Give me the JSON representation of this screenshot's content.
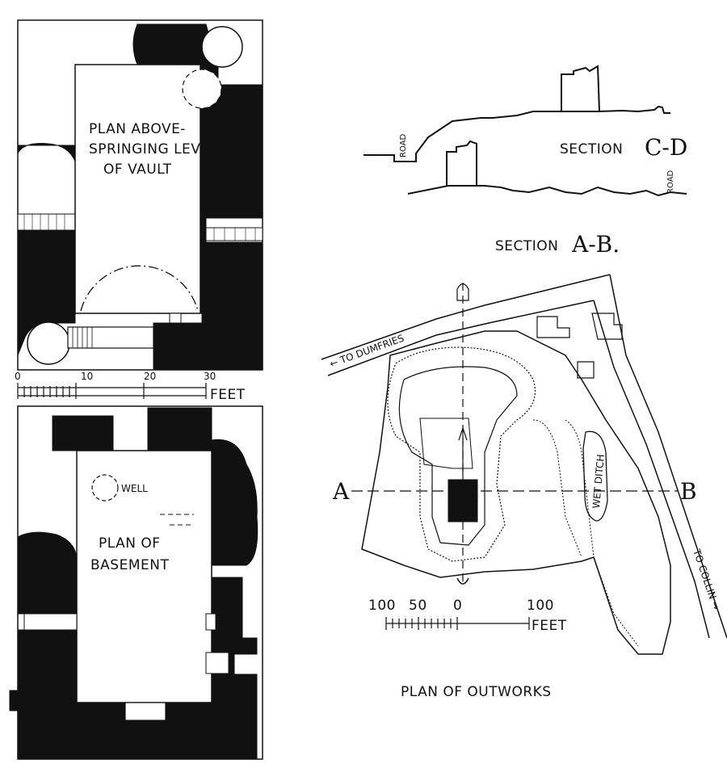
{
  "upper_plan": {
    "label_lines": [
      "PLAN ABOVE-",
      "SPRINGING LEVEL",
      "OF VAULT"
    ]
  },
  "upper_scale": {
    "ticks": [
      "0",
      "10",
      "20",
      "30"
    ],
    "unit": "FEET"
  },
  "basement_plan": {
    "label_lines": [
      "PLAN OF",
      "BASEMENT"
    ],
    "well_label": "WELL"
  },
  "section_cd": {
    "label_prefix": "SECTION",
    "label_letters": "C-D",
    "road_label": "ROAD"
  },
  "section_ab": {
    "label_prefix": "SECTION",
    "label_letters": "A-B.",
    "road_label": "ROAD"
  },
  "outworks": {
    "road_dumfries": "← TO DUMFRIES",
    "road_collin": "TO COLLIN →",
    "wet_ditch": "WET DITCH",
    "point_a": "A",
    "point_b": "B",
    "scale_ticks": [
      "100",
      "50",
      "0",
      "100"
    ],
    "scale_unit": "FEET",
    "title": "PLAN OF OUTWORKS"
  }
}
